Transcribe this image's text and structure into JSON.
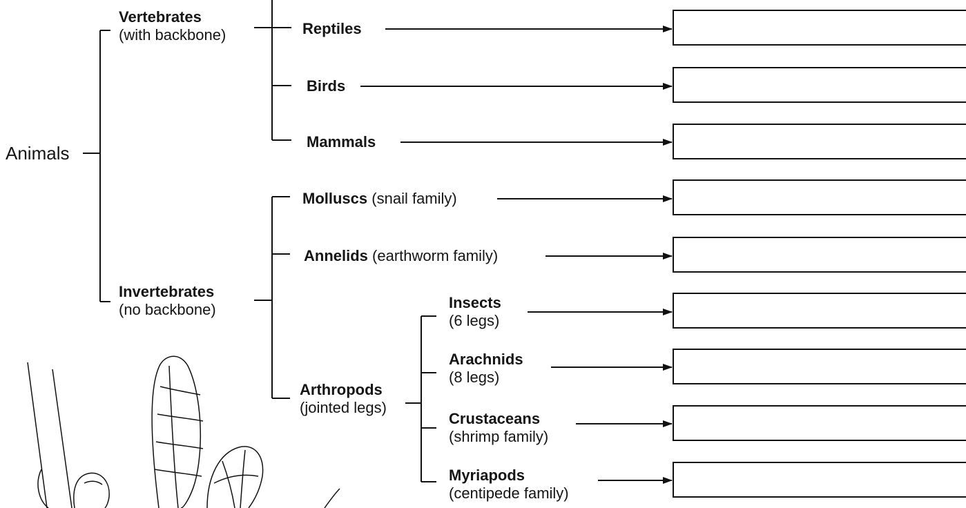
{
  "root": {
    "label": "Animals"
  },
  "vertebrates": {
    "name": "Vertebrates",
    "note": "(with backbone)",
    "classes": [
      {
        "name": "Reptiles"
      },
      {
        "name": "Birds"
      },
      {
        "name": "Mammals"
      }
    ]
  },
  "invertebrates": {
    "name": "Invertebrates",
    "note": "(no backbone)",
    "groups": [
      {
        "name": "Molluscs",
        "note": "(snail family)"
      },
      {
        "name": "Annelids",
        "note": "(earthworm family)"
      }
    ],
    "arthropods": {
      "name": "Arthropods",
      "note": "(jointed legs)",
      "subgroups": [
        {
          "name": "Insects",
          "note": "(6 legs)"
        },
        {
          "name": "Arachnids",
          "note": "(8 legs)"
        },
        {
          "name": "Crustaceans",
          "note": "(shrimp family)"
        },
        {
          "name": "Myriapods",
          "note": "(centipede family)"
        }
      ]
    }
  },
  "answer_boxes": [
    "",
    "",
    "",
    "",
    "",
    "",
    "",
    "",
    "",
    ""
  ],
  "colors": {
    "line": "#111111",
    "text": "#151515",
    "background": "#ffffff"
  },
  "illustration": {
    "icon": "dragonfly-icon"
  }
}
